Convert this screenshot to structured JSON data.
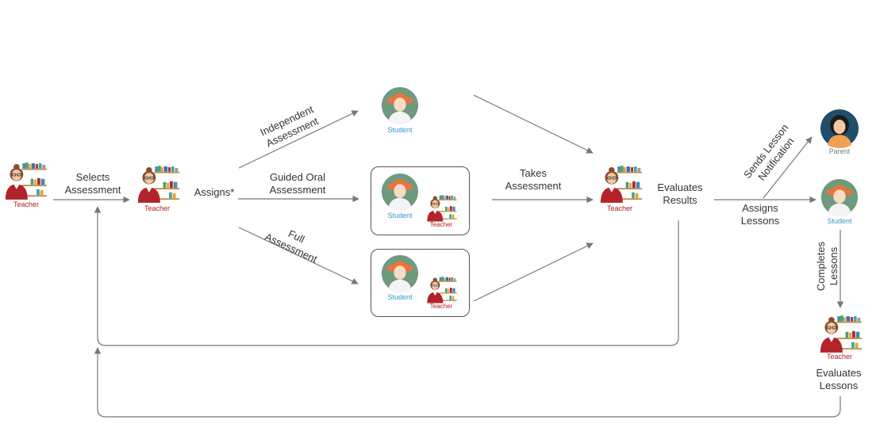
{
  "colors": {
    "line": "#777777",
    "teacher_caption": "#b01c22",
    "student_caption": "#2b9ac8",
    "student_bg": "#6e9a7f",
    "hair": "#e9743e",
    "teacher_shirt": "#b3232b",
    "parent_bg": "#1f4e6b"
  },
  "icons": {
    "teacher": "teacher-at-bookshelf-icon",
    "student": "student-avatar-icon",
    "parent": "parent-avatar-icon"
  },
  "actors": {
    "teacher_start": "Teacher",
    "teacher_assign": "Teacher",
    "student_independent": "Student",
    "student_guided": "Student",
    "teacher_guided": "Teacher",
    "student_full": "Student",
    "teacher_full": "Teacher",
    "teacher_evaluate": "Teacher",
    "parent": "Parent",
    "student_lessons": "Student",
    "teacher_lessons": "Teacher"
  },
  "labels": {
    "selects_assessment": [
      "Selects",
      "Assessment"
    ],
    "assigns": "Assigns*",
    "independent_assessment": [
      "Independent",
      "Assessment"
    ],
    "guided_oral_assessment": [
      "Guided Oral",
      "Assessment"
    ],
    "full_assessment": [
      "Full",
      "Assessment"
    ],
    "takes_assessment": [
      "Takes",
      "Assessment"
    ],
    "evaluates_results": [
      "Evaluates",
      "Results"
    ],
    "sends_lesson_notification": [
      "Sends Lesson",
      "Notification"
    ],
    "assigns_lessons": [
      "Assigns",
      "Lessons"
    ],
    "completes_lessons": [
      "Completes",
      "Lessons"
    ],
    "evaluates_lessons": [
      "Evaluates",
      "Lessons"
    ]
  }
}
